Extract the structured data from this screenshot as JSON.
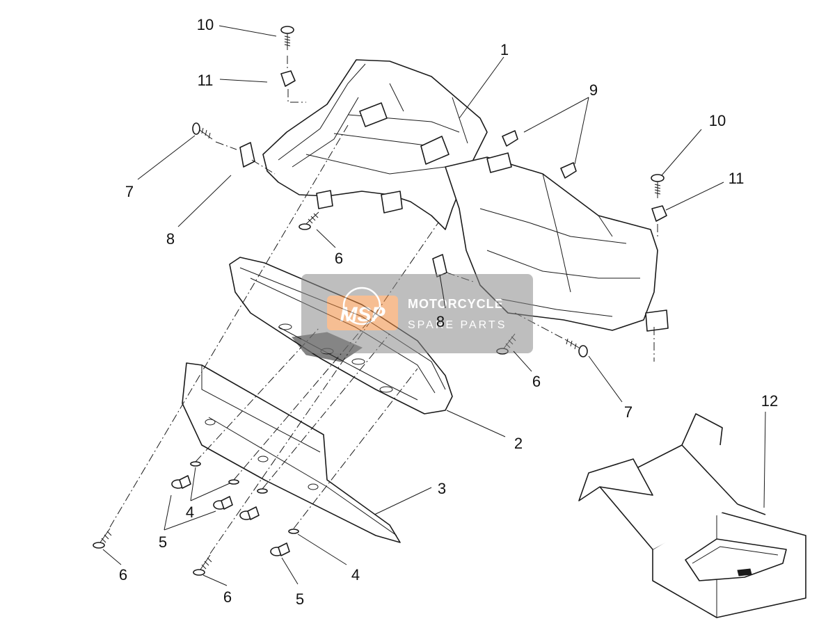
{
  "diagram": {
    "callouts": [
      {
        "label": "1"
      },
      {
        "label": "2"
      },
      {
        "label": "3"
      },
      {
        "label": "4"
      },
      {
        "label": "4"
      },
      {
        "label": "5"
      },
      {
        "label": "5"
      },
      {
        "label": "6"
      },
      {
        "label": "6"
      },
      {
        "label": "6"
      },
      {
        "label": "6"
      },
      {
        "label": "7"
      },
      {
        "label": "7"
      },
      {
        "label": "8"
      },
      {
        "label": "8"
      },
      {
        "label": "9"
      },
      {
        "label": "10"
      },
      {
        "label": "10"
      },
      {
        "label": "11"
      },
      {
        "label": "11"
      },
      {
        "label": "12"
      }
    ]
  },
  "watermark": {
    "logo": "MSP",
    "line1": "MOTORCYCLE",
    "line2": "SPARE PARTS",
    "color": "#8a8a8a",
    "accent": "#f08a3c"
  }
}
